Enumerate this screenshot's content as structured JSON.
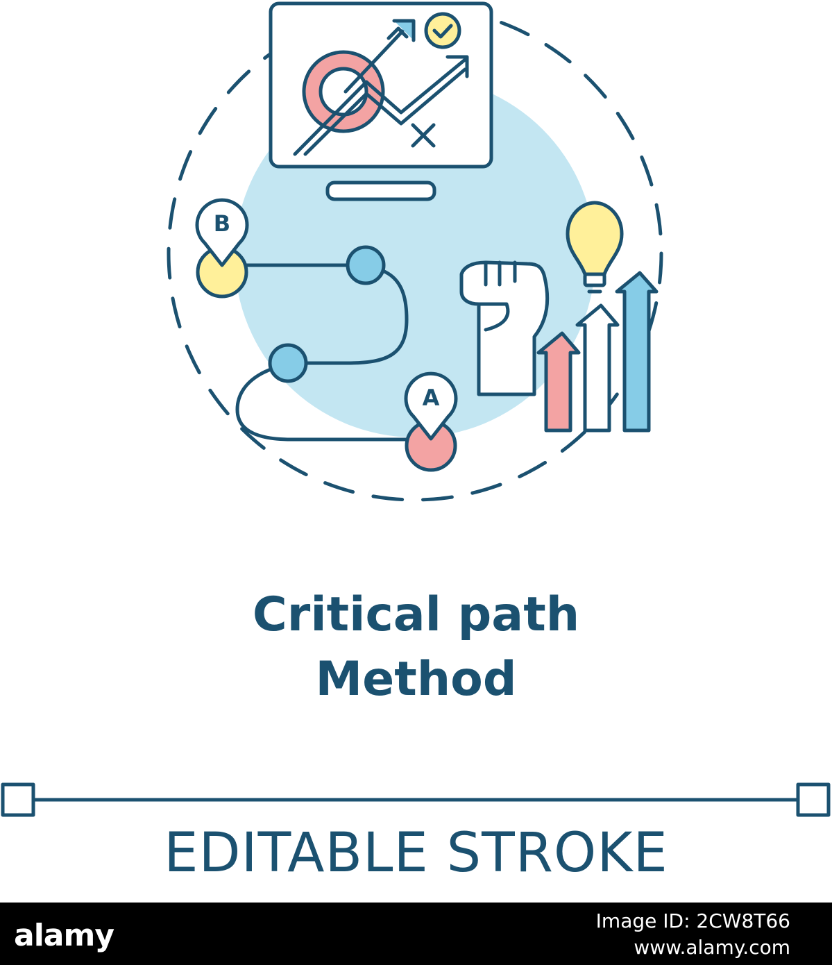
{
  "colors": {
    "stroke": "#1b5170",
    "blue_fill": "#c3e6f2",
    "node_blue": "#86cce7",
    "yellow": "#fff09a",
    "pink": "#f3a3a3",
    "white": "#ffffff",
    "footer_bg": "#000000"
  },
  "icons": {
    "monitor": "monitor-icon",
    "target": "target-icon",
    "arrow": "arrow-icon",
    "check": "check-badge-icon",
    "cross": "cross-icon",
    "pin_a": "location-pin-icon",
    "pin_b": "location-pin-icon",
    "fist": "raised-fist-icon",
    "bulb": "lightbulb-icon",
    "growth": "growth-arrows-icon"
  },
  "illustration": {
    "pin_a_label": "A",
    "pin_b_label": "B"
  },
  "title": {
    "line1": "Critical path",
    "line2": "Method"
  },
  "caption": "EDITABLE STROKE",
  "footer": {
    "logo": "alamy",
    "image_id": "Image ID: 2CW8T66",
    "url": "www.alamy.com"
  }
}
